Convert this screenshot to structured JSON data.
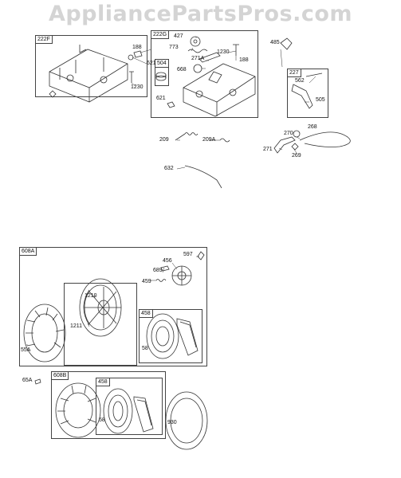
{
  "watermark": "AppliancePartsPros.com",
  "groups": {
    "g222F": "222F",
    "g222G": "222G",
    "g504": "504",
    "g227": "227",
    "g608A": "608A",
    "g458a": "458",
    "g608B": "608B",
    "g458b": "458"
  },
  "parts": {
    "p188a": "188",
    "p621a": "621",
    "p1230a": "1230",
    "p427": "427",
    "p773": "773",
    "p271A": "271A",
    "p1230b": "1230",
    "p188b": "188",
    "p668": "668",
    "p621b": "621",
    "p485": "485",
    "p562": "562",
    "p505": "505",
    "p209": "209",
    "p209A": "209A",
    "p270": "270",
    "p268": "268",
    "p271": "271",
    "p269": "269",
    "p632": "632",
    "p597": "597",
    "p456": "456",
    "p689": "689",
    "p459": "459",
    "p1210": "1210",
    "p1211": "1211",
    "p55A": "55A",
    "p58a": "58",
    "p65A": "65A",
    "p58b": "58",
    "p930": "930"
  }
}
